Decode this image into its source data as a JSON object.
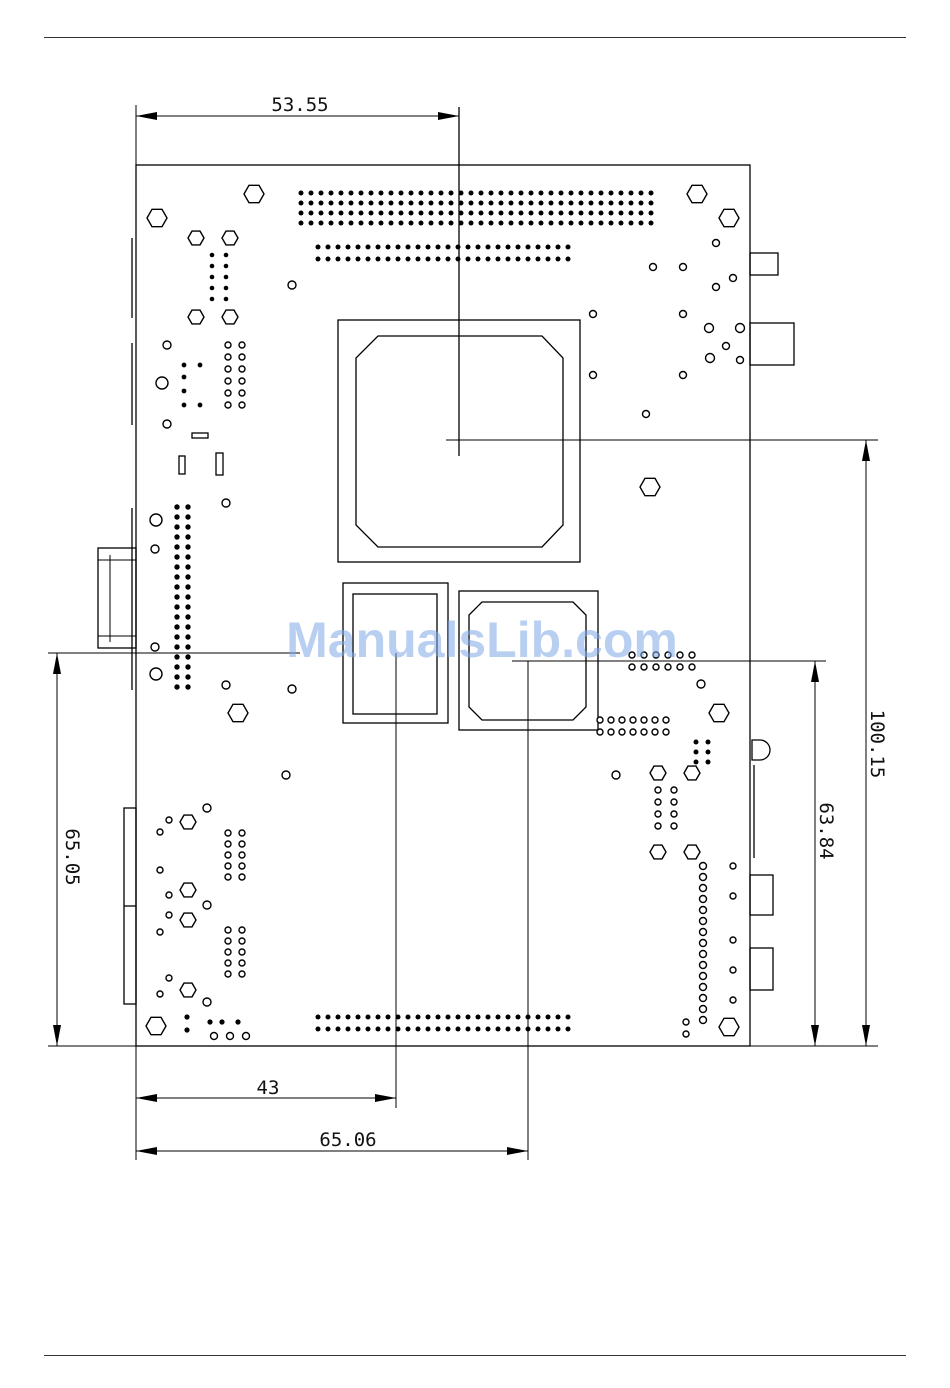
{
  "dimensions": {
    "top_width": "53.55",
    "right_outer_height": "100.15",
    "right_inner_height": "63.84",
    "left_height": "65.05",
    "bottom_short": "43",
    "bottom_long": "65.06"
  },
  "watermark": "ManualsLib.com",
  "colors": {
    "line": "#000000",
    "watermark": "#7fa7e8"
  }
}
